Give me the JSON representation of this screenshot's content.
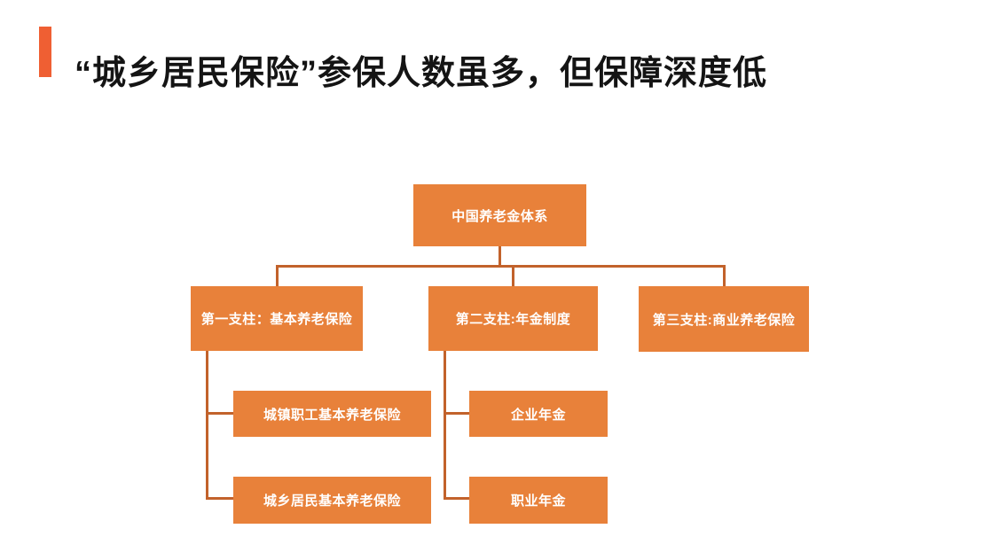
{
  "slide": {
    "title": "“城乡居民保险”参保人数虽多，但保障深度低"
  },
  "colors": {
    "accent_bar": "#EF5F33",
    "node_fill": "#E8813A",
    "node_text": "#FFFFFF",
    "connector": "#C2622B",
    "title_text": "#141414",
    "background": "#FFFFFF"
  },
  "org_chart": {
    "root": {
      "label": "中国养老金体系"
    },
    "pillars": [
      {
        "label": "第一支柱：基本养老保险"
      },
      {
        "label": "第二支柱:年金制度"
      },
      {
        "label": "第三支柱:商业养老保险"
      }
    ],
    "pillar1_children": [
      {
        "label": "城镇职工基本养老保险"
      },
      {
        "label": "城乡居民基本养老保险"
      }
    ],
    "pillar2_children": [
      {
        "label": "企业年金"
      },
      {
        "label": "职业年金"
      }
    ]
  }
}
